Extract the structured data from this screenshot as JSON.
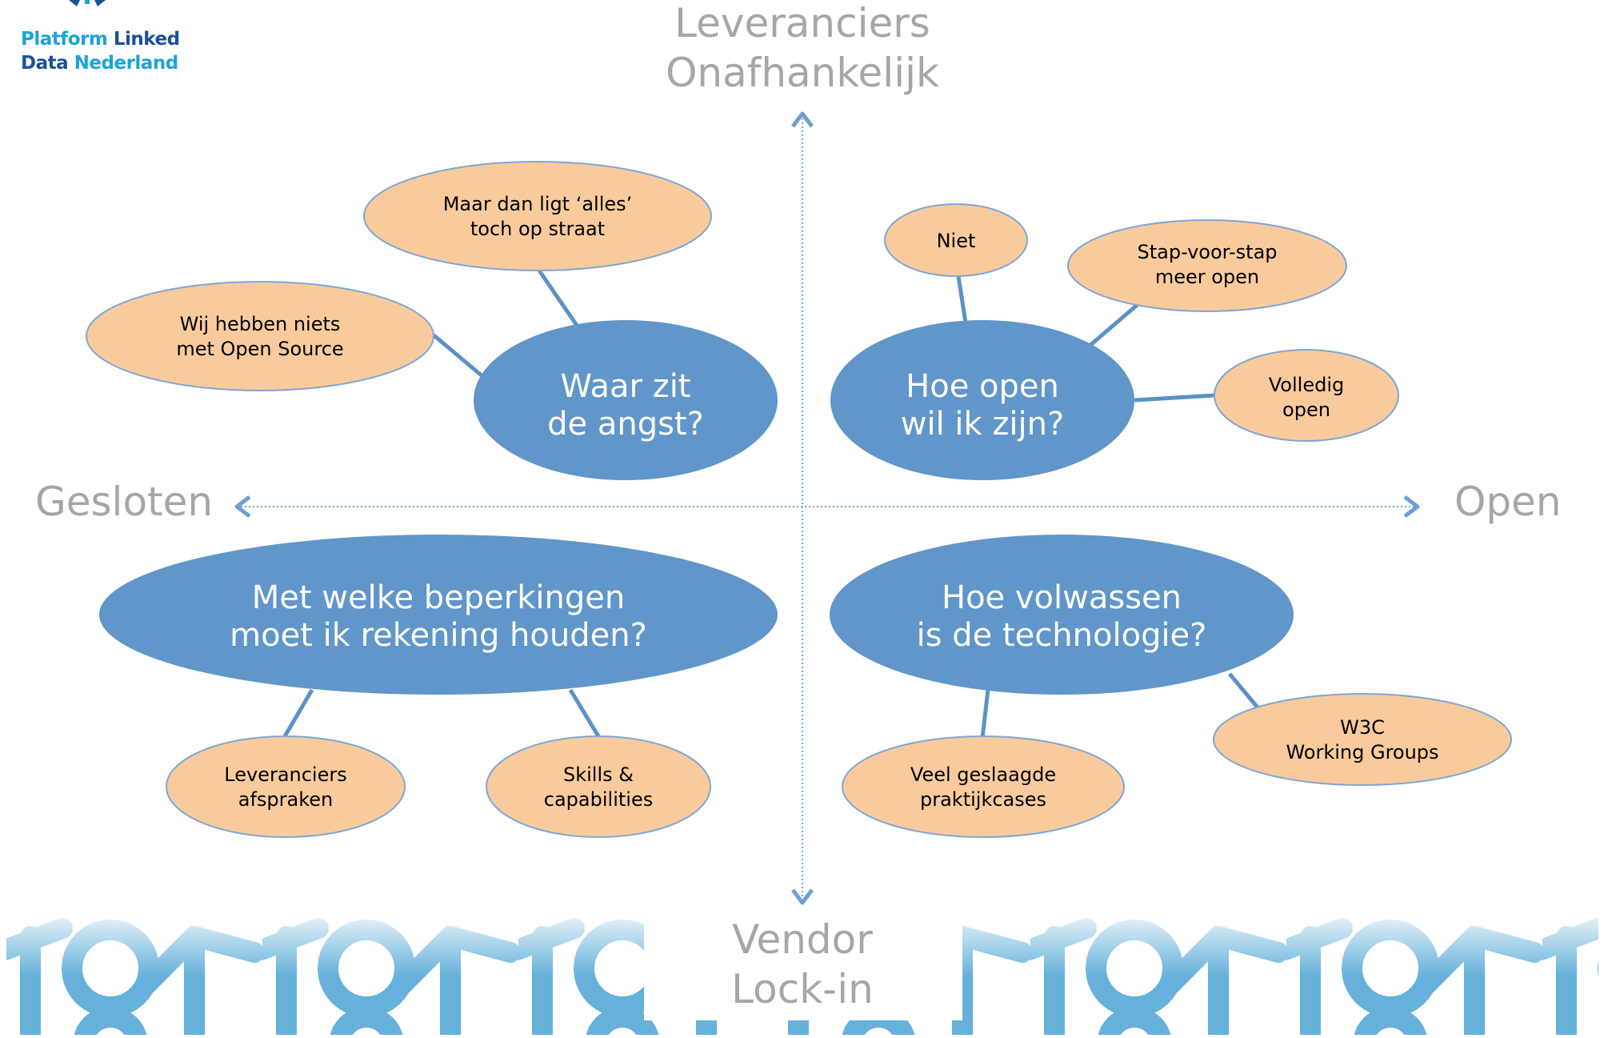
{
  "logo": {
    "line1_a": "Platform",
    "line1_b": "Linked",
    "line2_a": "Data",
    "line2_b": "Nederland"
  },
  "axes": {
    "top": [
      "Leveranciers",
      "Onafhankelijk"
    ],
    "bottom": [
      "Vendor",
      "Lock-in"
    ],
    "left": "Gesloten",
    "right": "Open"
  },
  "questions": {
    "q1": [
      "Waar zit",
      "de angst?"
    ],
    "q2": [
      "Hoe open",
      "wil ik zijn?"
    ],
    "q3": [
      "Met welke beperkingen",
      "moet ik rekening houden?"
    ],
    "q4": [
      "Hoe volwassen",
      "is de technologie?"
    ]
  },
  "answers": {
    "a_alles": [
      "Maar dan ligt ‘alles’",
      "toch op straat"
    ],
    "a_oss": [
      "Wij hebben niets",
      "met Open Source"
    ],
    "a_niet": [
      "Niet"
    ],
    "a_stap": [
      "Stap-voor-stap",
      "meer open"
    ],
    "a_volledig": [
      "Volledig",
      "open"
    ],
    "a_lev": [
      "Leveranciers",
      "afspraken"
    ],
    "a_skills": [
      "Skills &",
      "capabilities"
    ],
    "a_veel": [
      "Veel geslaagde",
      "praktijkcases"
    ],
    "a_w3c": [
      "W3C",
      "Working Groups"
    ]
  },
  "colors": {
    "question_fill": "#6096c9",
    "answer_fill": "#f9cb9c",
    "answer_stroke": "#7ea6d6",
    "connector": "#5b92c6",
    "axis": "#7ba8d6",
    "axis_text": "#a6a6a6",
    "logo_dark": "#1c4f9a",
    "logo_light": "#1ba3d8"
  }
}
